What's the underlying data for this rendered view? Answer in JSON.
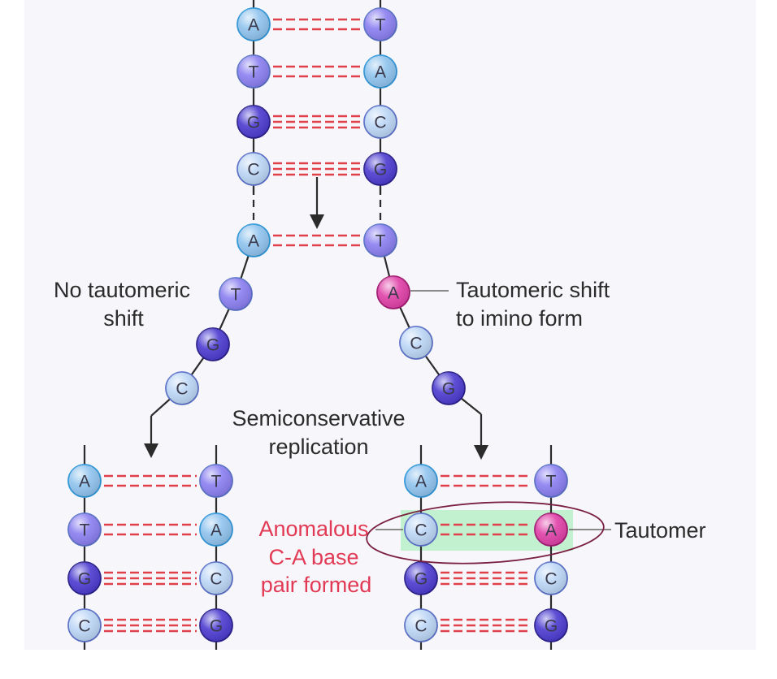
{
  "labels": {
    "no_shift_1": "No tautomeric",
    "no_shift_2": "shift",
    "shift_1": "Tautomeric shift",
    "shift_2": "to imino form",
    "semi_1": "Semiconservative",
    "semi_2": "replication",
    "anom_1": "Anomalous",
    "anom_2": "C-A base",
    "anom_3": "pair formed",
    "tautomer": "Tautomer"
  },
  "colors": {
    "A": "#8fc3ee",
    "T": "#8a7ef0",
    "G": "#4b3bd0",
    "C": "#bcd6f6",
    "A_tautomer": "#e040a8",
    "bond": "#e0404a",
    "backbone": "#2b2b2b",
    "highlight": "#b8f0c8",
    "ellipse": "#7a2040"
  },
  "top_pairs": [
    {
      "left": "A",
      "right": "T"
    },
    {
      "left": "T",
      "right": "A"
    },
    {
      "left": "G",
      "right": "C"
    },
    {
      "left": "C",
      "right": "G"
    }
  ],
  "fork_pair": {
    "left": "A",
    "right": "T"
  },
  "left_strand": [
    "T",
    "G",
    "C"
  ],
  "right_strand": [
    "A",
    "C",
    "G"
  ],
  "left_daughter": [
    {
      "left": "A",
      "right": "T"
    },
    {
      "left": "T",
      "right": "A"
    },
    {
      "left": "G",
      "right": "C"
    },
    {
      "left": "C",
      "right": "G"
    }
  ],
  "right_daughter": [
    {
      "left": "A",
      "right": "T"
    },
    {
      "left": "C",
      "right": "A"
    },
    {
      "left": "G",
      "right": "C"
    },
    {
      "left": "C",
      "right": "G"
    }
  ]
}
